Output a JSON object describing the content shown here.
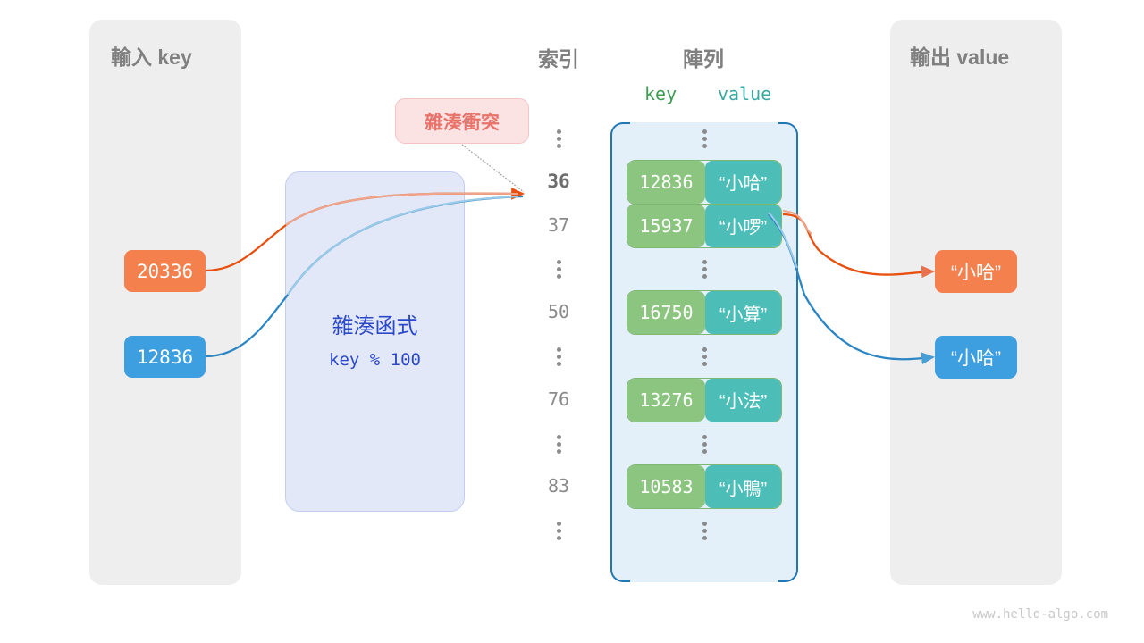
{
  "input": {
    "title": "輸入 key",
    "keys": [
      {
        "value": "20336",
        "color": "#f4804e"
      },
      {
        "value": "12836",
        "color": "#3d9fe0"
      }
    ]
  },
  "output": {
    "title": "輸出 value",
    "values": [
      {
        "value": "“小哈”",
        "color": "#f4804e"
      },
      {
        "value": "“小哈”",
        "color": "#3d9fe0"
      }
    ]
  },
  "hash_function": {
    "name": "雜湊函式",
    "formula": "key % 100",
    "fill": "#e3e8f8",
    "text_color": "#2b48c8"
  },
  "collision": {
    "label": "雜湊衝突",
    "fill": "#fbe3e3",
    "text_color": "#e8736b"
  },
  "headings": {
    "index": "索引",
    "array": "陣列",
    "key": "key",
    "value": "value",
    "key_color": "#3f9c54",
    "value_color": "#3aa9a4"
  },
  "table": {
    "rows": [
      {
        "kind": "ellipsis"
      },
      {
        "kind": "entry",
        "index": "36",
        "key": "12836",
        "value": "“小哈”",
        "highlight": true
      },
      {
        "kind": "entry",
        "index": "37",
        "key": "15937",
        "value": "“小啰”",
        "highlight": false
      },
      {
        "kind": "ellipsis"
      },
      {
        "kind": "entry",
        "index": "50",
        "key": "16750",
        "value": "“小算”",
        "highlight": false
      },
      {
        "kind": "ellipsis"
      },
      {
        "kind": "entry",
        "index": "76",
        "key": "13276",
        "value": "“小法”",
        "highlight": false
      },
      {
        "kind": "ellipsis"
      },
      {
        "kind": "entry",
        "index": "83",
        "key": "10583",
        "value": "“小鴨”",
        "highlight": false
      },
      {
        "kind": "ellipsis"
      }
    ],
    "cell_key_color": "#8cc57f",
    "cell_value_color": "#4dbdb8",
    "container_fill": "#e3f0fa",
    "bracket_color": "#1f77b4"
  },
  "watermark": "www.hello-algo.com"
}
